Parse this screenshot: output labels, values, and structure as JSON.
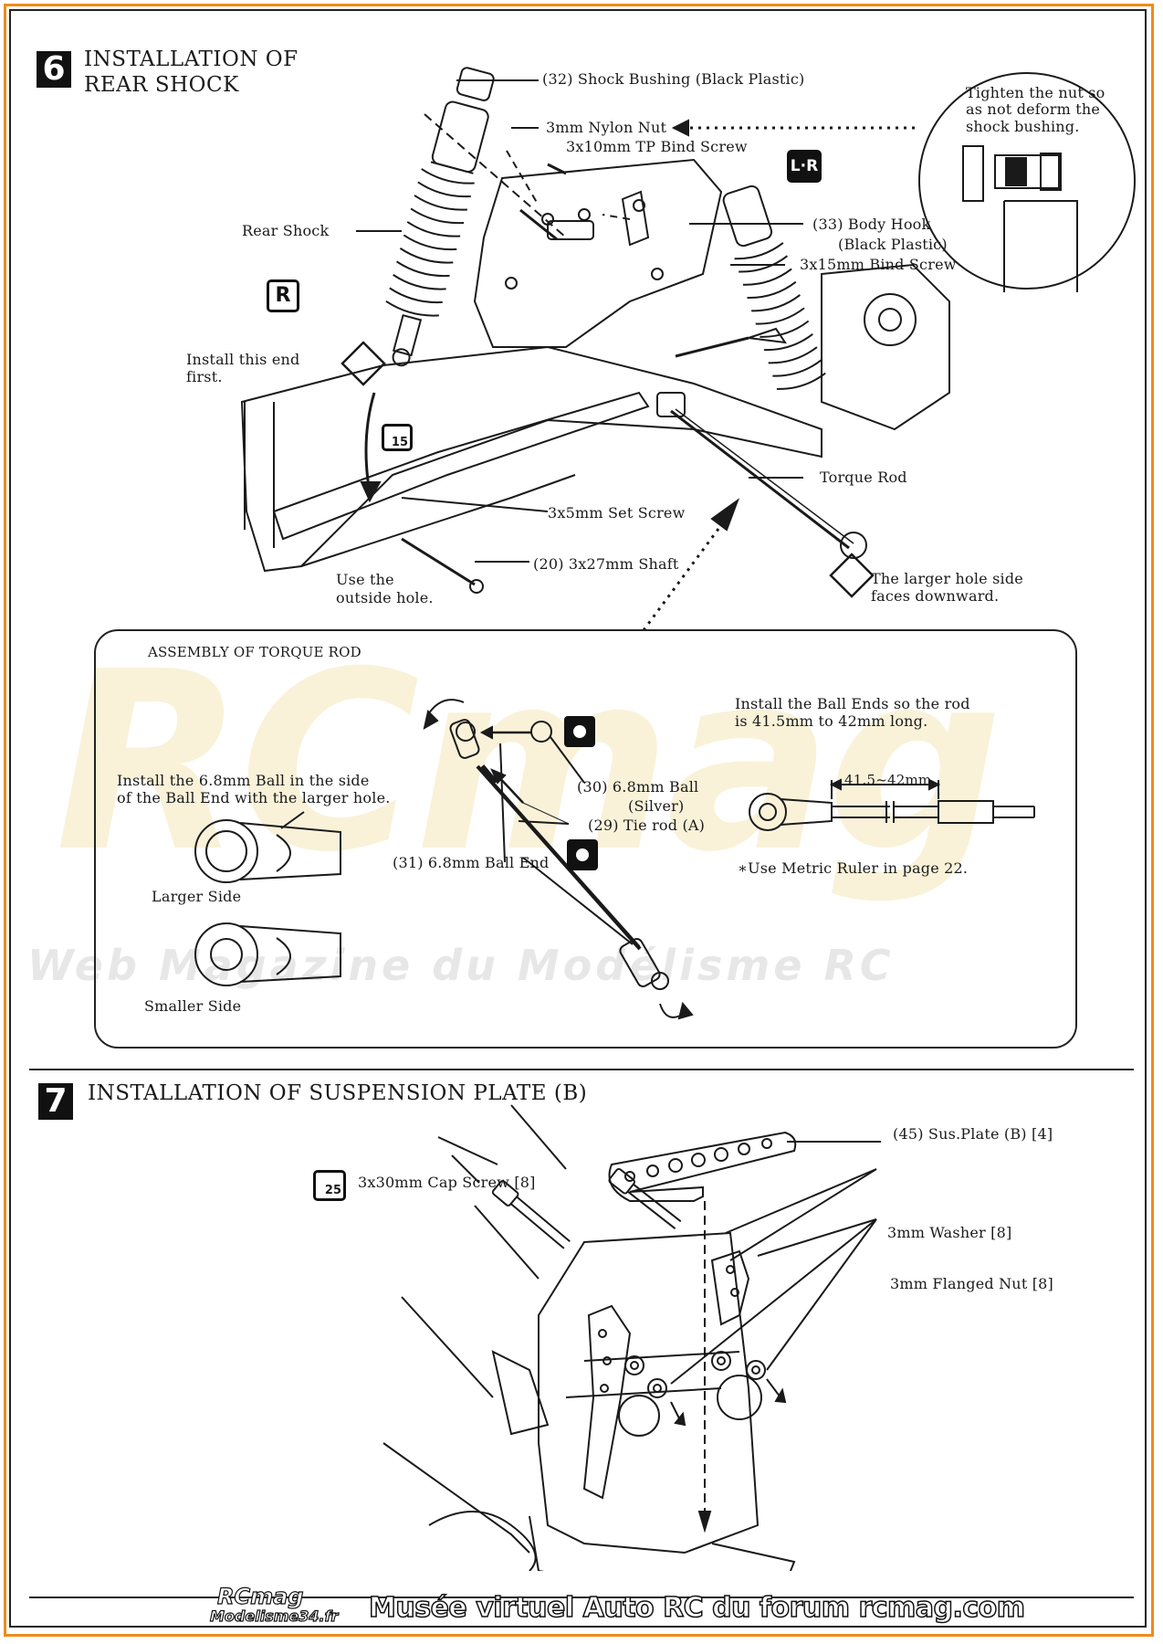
{
  "colors": {
    "frame": "#f28a1a",
    "ink": "#1a1a1a",
    "watermark": "#ebd278"
  },
  "step6": {
    "number": "6",
    "title_line1": "INSTALLATION OF",
    "title_line2": "REAR SHOCK",
    "lr_badge": "L·R",
    "r_badge": "R",
    "labels": {
      "shock_bushing": "(32)  Shock Bushing  (Black Plastic)",
      "nylon_nut": "3mm Nylon Nut",
      "tp_bind_screw": "3x10mm TP Bind Screw",
      "tighten_note_1": "Tighten the nut so",
      "tighten_note_2": "as not deform the",
      "tighten_note_3": "shock bushing.",
      "rear_shock": "Rear Shock",
      "body_hook_1": "(33)  Body Hook",
      "body_hook_2": "(Black Plastic)",
      "bind_screw": "3x15mm Bind Screw",
      "install_end_1": "Install this end",
      "install_end_2": "first.",
      "torque_rod": "Torque Rod",
      "set_screw": "3x5mm Set Screw",
      "shaft": "(20)  3x27mm Shaft",
      "outside_hole_1": "Use the",
      "outside_hole_2": "outside hole.",
      "larger_hole_1": "The larger hole side",
      "larger_hole_2": "faces downward.",
      "tool_15": "15"
    }
  },
  "torque_rod_assembly": {
    "title": "ASSEMBLY OF TORQUE ROD",
    "install_ball_1": "Install the 6.8mm Ball in the side",
    "install_ball_2": "of the Ball End with the larger hole.",
    "larger_side": "Larger Side",
    "smaller_side": "Smaller Side",
    "ball_1": "(30)  6.8mm Ball",
    "ball_2": "(Silver)",
    "tie_rod": "(29)  Tie rod  (A)",
    "ball_end": "(31)  6.8mm Ball End",
    "install_ends_1": "Install the Ball Ends so the rod",
    "install_ends_2": "is 41.5mm to 42mm long.",
    "dimension": "41.5~42mm",
    "ruler_note": "∗Use Metric Ruler in page 22."
  },
  "step7": {
    "number": "7",
    "title": "INSTALLATION OF SUSPENSION PLATE  (B)",
    "sus_plate": "(45)  Sus.Plate  (B)  [4]",
    "cap_screw": "3x30mm Cap Screw  [8]",
    "washer": "3mm Washer  [8]",
    "flanged_nut": "3mm Flanged Nut  [8]",
    "tool_25": "25"
  },
  "watermark": {
    "logo": "RCmag",
    "tagline": "Web Magazine du Modélisme RC"
  },
  "footer": {
    "logo_top": "RCmag",
    "logo_bottom": "Modelisme34.fr",
    "text": "Musée virtuel Auto RC du forum rcmag.com"
  }
}
